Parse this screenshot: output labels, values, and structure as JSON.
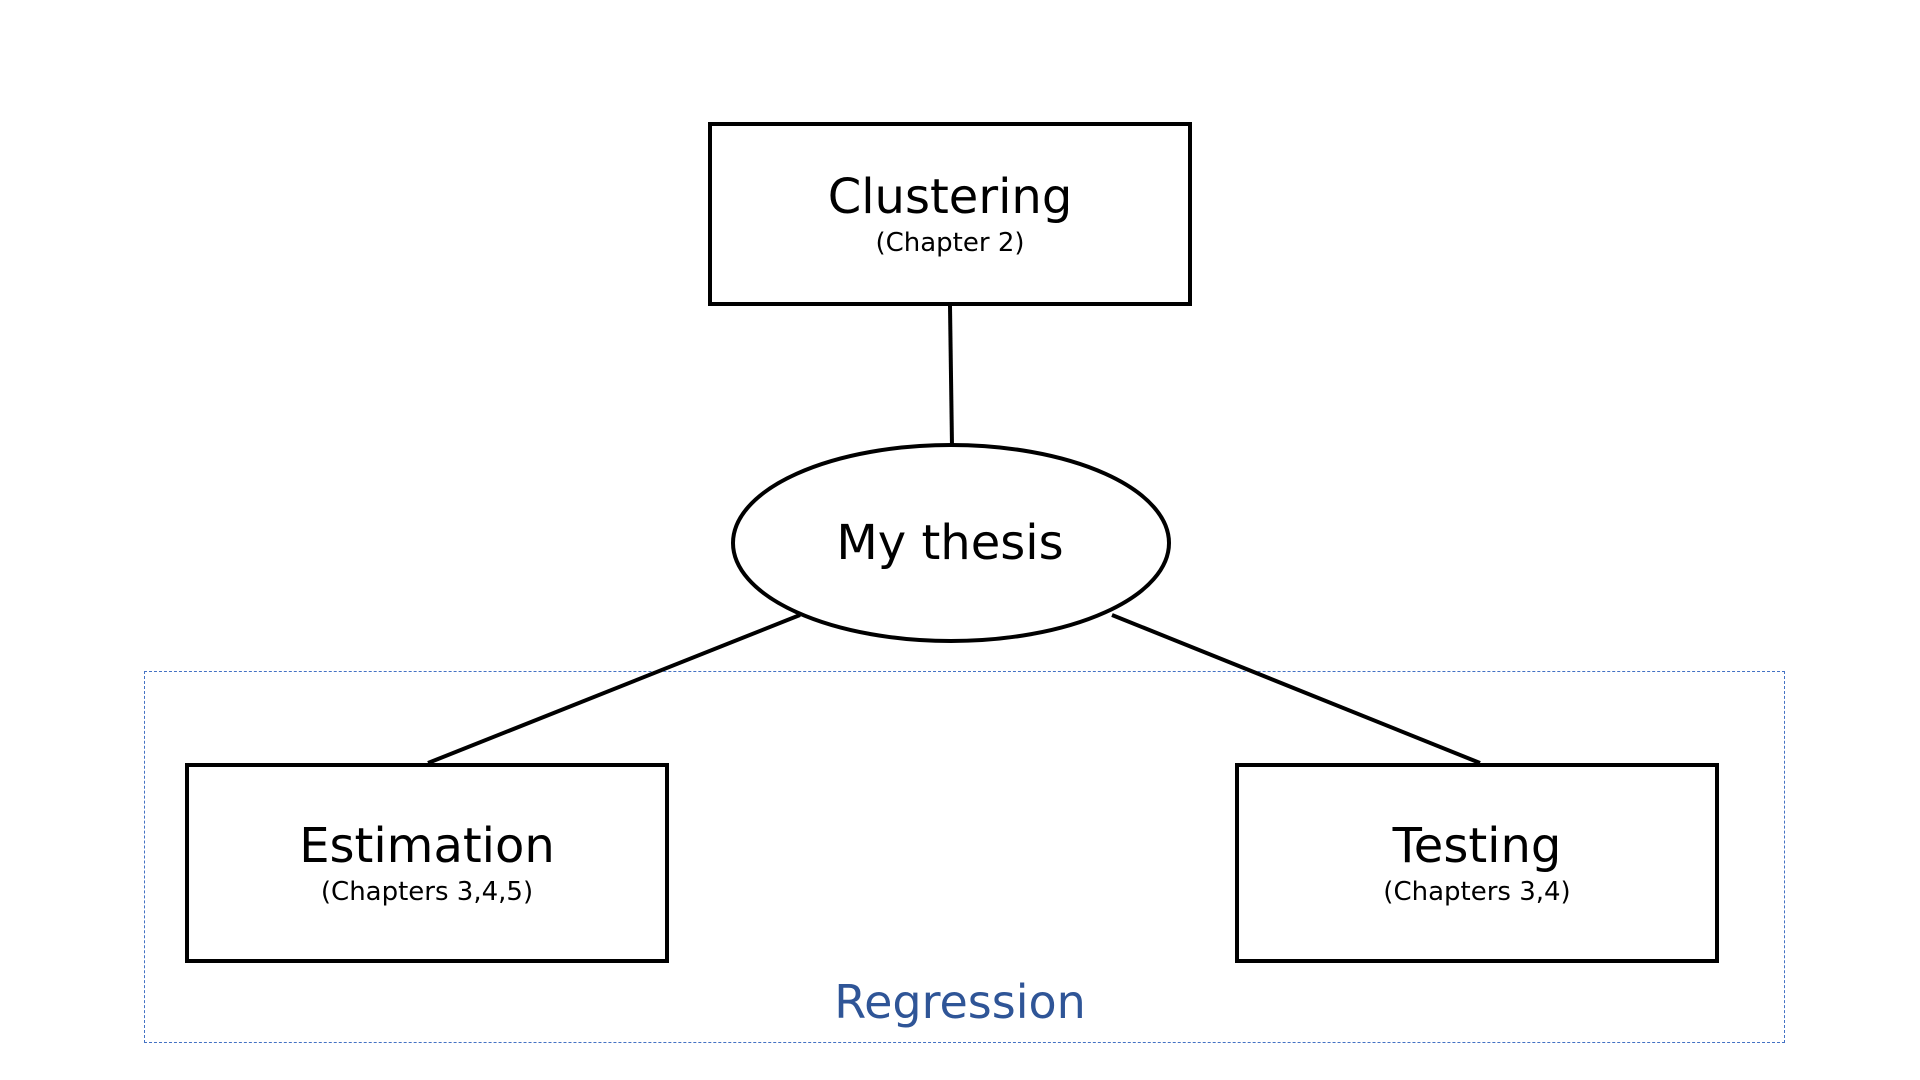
{
  "diagram": {
    "center": {
      "label": "My thesis"
    },
    "nodes": {
      "clustering": {
        "title": "Clustering",
        "subtitle": "(Chapter 2)"
      },
      "estimation": {
        "title": "Estimation",
        "subtitle": "(Chapters 3,4,5)"
      },
      "testing": {
        "title": "Testing",
        "subtitle": "(Chapters 3,4)"
      }
    },
    "group": {
      "label": "Regression"
    }
  },
  "colors": {
    "stroke": "#000000",
    "group_border": "#4472c4",
    "group_label": "#2f5597",
    "background": "#ffffff"
  }
}
